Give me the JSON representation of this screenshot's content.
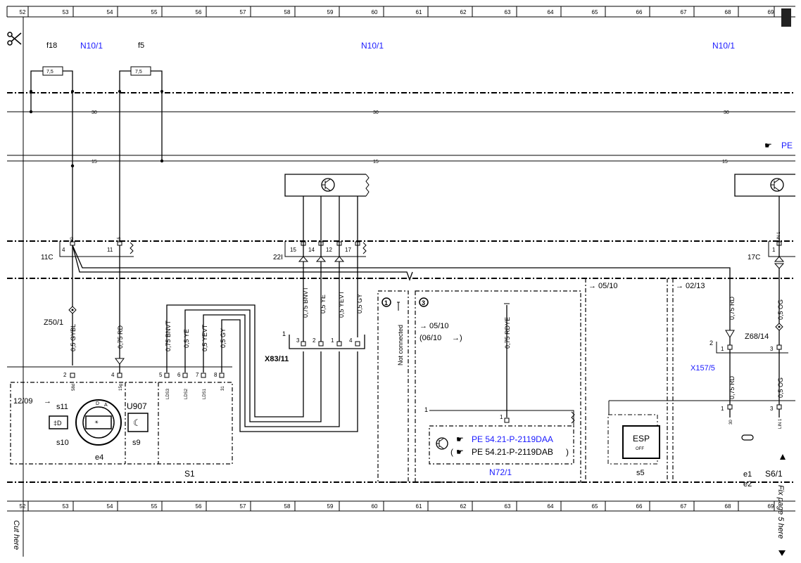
{
  "grid": {
    "columns": [
      "52",
      "53",
      "54",
      "55",
      "56",
      "57",
      "58",
      "59",
      "60",
      "61",
      "62",
      "63",
      "64",
      "65",
      "66",
      "67",
      "68",
      "69"
    ]
  },
  "header": {
    "fuse_f18": "f18",
    "fuse_f5": "f5",
    "sam_left": "N10/1",
    "sam_mid": "N10/1",
    "sam_right": "N10/1",
    "fuse_rating_1": "7,5",
    "fuse_rating_2": "7,5"
  },
  "buses": {
    "terminal_30_a": "30",
    "terminal_30_b": "30",
    "terminal_30_c": "30",
    "terminal_15_a": "15",
    "terminal_15_b": "15",
    "terminal_15_c": "15"
  },
  "references": {
    "pe_top_right": "PE",
    "pe_daa": "PE 54.21-P-2119DAA",
    "pe_dab": "PE 54.21-P-2119DAB"
  },
  "connectors": {
    "c11c": "11C",
    "c22i": "22I",
    "c17c": "17C",
    "pin_4": "4",
    "pin_11": "11",
    "pin_15": "15",
    "pin_14": "14",
    "pin_12": "12",
    "pin_17": "17",
    "pin_1_right": "1",
    "pin_30_top": "30",
    "pin_15_top": "15",
    "lin1_top": "LIN 1",
    "x83": "X83/11",
    "x83_pin1": "1",
    "x83_3": "3",
    "x83_2": "2",
    "x83_1": "1",
    "x83_4": "4",
    "z50": "Z50/1",
    "z68": "Z68/14",
    "x157": "X157/5"
  },
  "wires": {
    "w_gybl": "0,5 GYBL",
    "w_rd_left": "0,75 RD",
    "w_bnvt_left": "0,75 BNVT",
    "w_ye_left": "0,5 YE",
    "w_yevt_left": "0,5 YEVT",
    "w_gy_left": "0,5 GY",
    "w_bnvt_mid": "0,75 BNVT",
    "w_ye_mid": "0,5 YE",
    "w_yevt_mid": "0,5 YEVT",
    "w_gy_mid": "0,5 GY",
    "w_rdye": "0,75 RDYE",
    "w_rd_right_top": "0,75 RD",
    "w_og_right_top": "0,5 OG",
    "w_rd_right_bot": "0,75 RD",
    "w_og_right_bot": "0,5 OG"
  },
  "switch_s1": {
    "pin_2": "2",
    "pin_4": "4",
    "pin_5": "5",
    "pin_6": "6",
    "pin_7": "7",
    "pin_8": "8",
    "t58d": "58d",
    "t15g": "15g",
    "lds3": "LDS3",
    "lds2": "LDS2",
    "lds1": "LDS1",
    "t31": "31",
    "ref": "12/09",
    "s11": "s11",
    "s10": "s10",
    "s9": "s9",
    "e4": "e4",
    "u907": "U907",
    "name": "S1",
    "pos_d": "D",
    "pos_a": "A"
  },
  "middle": {
    "not_connected": "Not connected",
    "circle_1": "1",
    "circle_2": "3",
    "ref_0510": "05/10",
    "ref_0610": "(06/10",
    "pin_1_n72": "1",
    "pin_1_n72b": "1",
    "n72": "N72/1",
    "ref_0510_b": "05/10",
    "ref_0213": "02/13"
  },
  "right": {
    "pin_2": "2",
    "pin_1": "1",
    "pin_3": "3",
    "pin_1b": "1",
    "pin_3b": "3",
    "t30": "30",
    "lin1": "LIN 1",
    "esp": "ESP",
    "esp_off": "OFF",
    "s5": "s5",
    "e1": "e1",
    "e2": "e2",
    "s6": "S6/1"
  },
  "footer": {
    "cut_here": "Cut here",
    "fix_page": "Fix page 5 here"
  }
}
